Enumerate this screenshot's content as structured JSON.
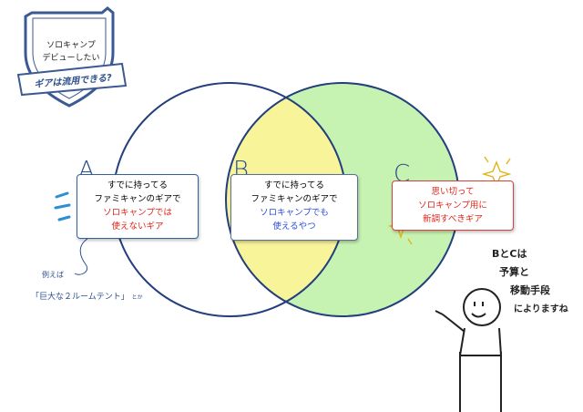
{
  "badge": {
    "line1": "ソロキャンプ",
    "line2": "デビューしたい",
    "banner": "ギアは流用できる?"
  },
  "sets": {
    "a": {
      "letter": "A",
      "lines": [
        "すでに持ってる",
        "ファミキャンのギアで",
        "ソロキャンプでは",
        "使えないギア"
      ]
    },
    "b": {
      "letter": "B",
      "lines": [
        "すでに持ってる",
        "ファミキャンのギアで",
        "ソロキャンプでも",
        "使えるやつ"
      ]
    },
    "c": {
      "letter": "C",
      "lines": [
        "思い切って",
        "ソロキャンプ用に",
        "新調すべきギア"
      ]
    }
  },
  "annotation_a": {
    "line1": "例えば",
    "line2": "「巨大な２ルームテント」",
    "suffix": "とか"
  },
  "speech": {
    "line1": "BとCは",
    "line2": "予算と",
    "line3": "移動手段",
    "line4": "によりますね"
  },
  "colors": {
    "circle_stroke": "#233f7d",
    "left_fill": "#ffffff",
    "overlap_fill": "#f7f49a",
    "right_fill": "#c6f2b2",
    "accent_red": "#e0261c",
    "accent_blue": "#2a4fd6",
    "shield_stroke": "#3b5a93"
  }
}
